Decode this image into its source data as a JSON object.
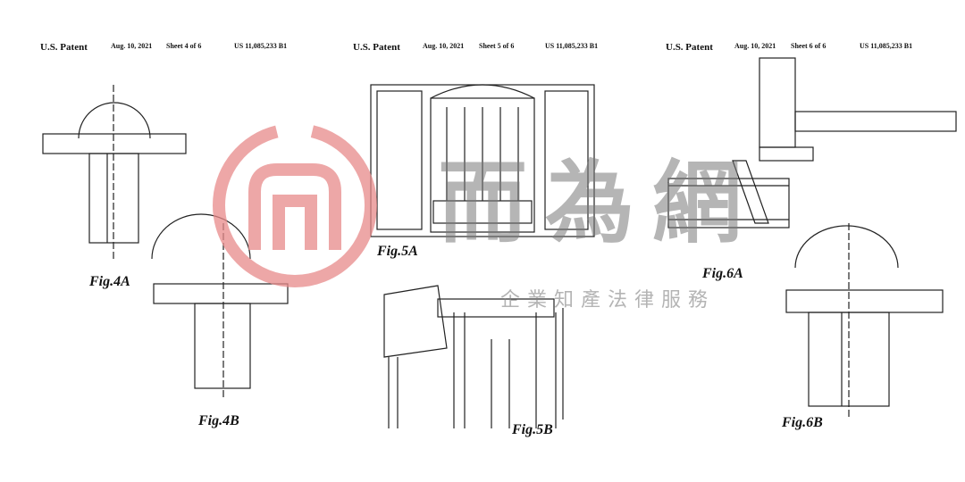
{
  "sheets": [
    {
      "patent": "U.S. Patent",
      "date": "Aug. 10, 2021",
      "sheet": "Sheet 4 of 6",
      "number": "US 11,085,233 B1",
      "figures": [
        "Fig.4A",
        "Fig.4B"
      ]
    },
    {
      "patent": "U.S. Patent",
      "date": "Aug. 10, 2021",
      "sheet": "Sheet 5 of 6",
      "number": "US 11,085,233 B1",
      "figures": [
        "Fig.5A",
        "Fig.5B"
      ]
    },
    {
      "patent": "U.S. Patent",
      "date": "Aug. 10, 2021",
      "sheet": "Sheet 6 of 6",
      "number": "US 11,085,233 B1",
      "figures": [
        "Fig.6A",
        "Fig.6B"
      ]
    }
  ],
  "watermark": {
    "brand": "而為網",
    "tagline": "企業知產法律服務",
    "color": "#e88a8a"
  }
}
